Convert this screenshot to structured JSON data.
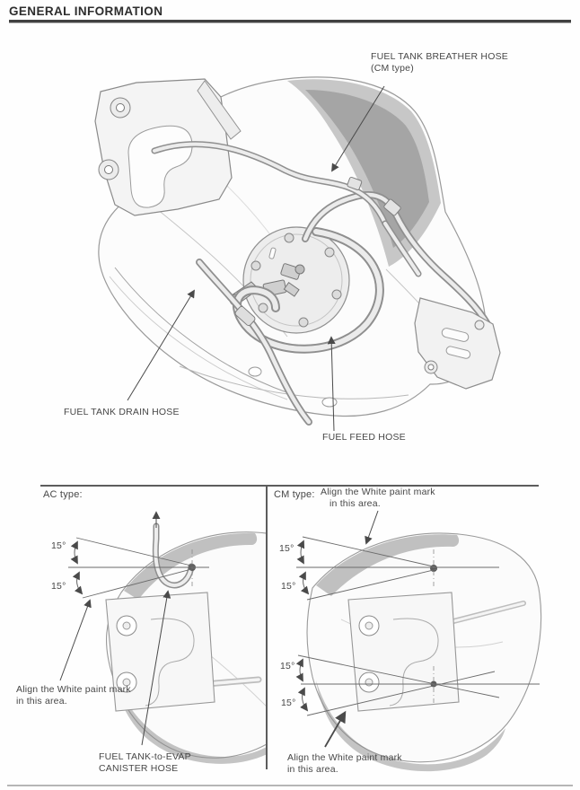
{
  "header": {
    "title": "GENERAL INFORMATION"
  },
  "main_figure": {
    "breather_hose_label": {
      "line1": "FUEL TANK BREATHER HOSE",
      "line2": "(CM type)"
    },
    "drain_hose_label": "FUEL TANK DRAIN HOSE",
    "feed_hose_label": "FUEL FEED HOSE"
  },
  "type_comparison": {
    "ac_panel": {
      "title": "AC type:",
      "angle_upper": "15°",
      "angle_lower": "15°",
      "paint_mark_note": {
        "line1": "Align the White paint mark",
        "line2": "in this area."
      },
      "canister_hose_label": {
        "line1": "FUEL TANK-to-EVAP",
        "line2": "CANISTER HOSE"
      }
    },
    "cm_panel": {
      "title": "CM type:",
      "paint_mark_note_top": {
        "line1": "Align the White paint mark",
        "line2": "in this area."
      },
      "angle_front_upper": "15°",
      "angle_front_lower": "15°",
      "angle_rear_upper": "15°",
      "angle_rear_lower": "15°",
      "paint_mark_note_bottom": {
        "line1": "Align the White paint mark",
        "line2": "in this area."
      }
    }
  },
  "colors": {
    "ink": "#454545",
    "rule_dark": "#414141",
    "rule_light": "#b6b6b6",
    "art_stroke": "#9a9a9a",
    "shading": "#8f8f8f"
  }
}
